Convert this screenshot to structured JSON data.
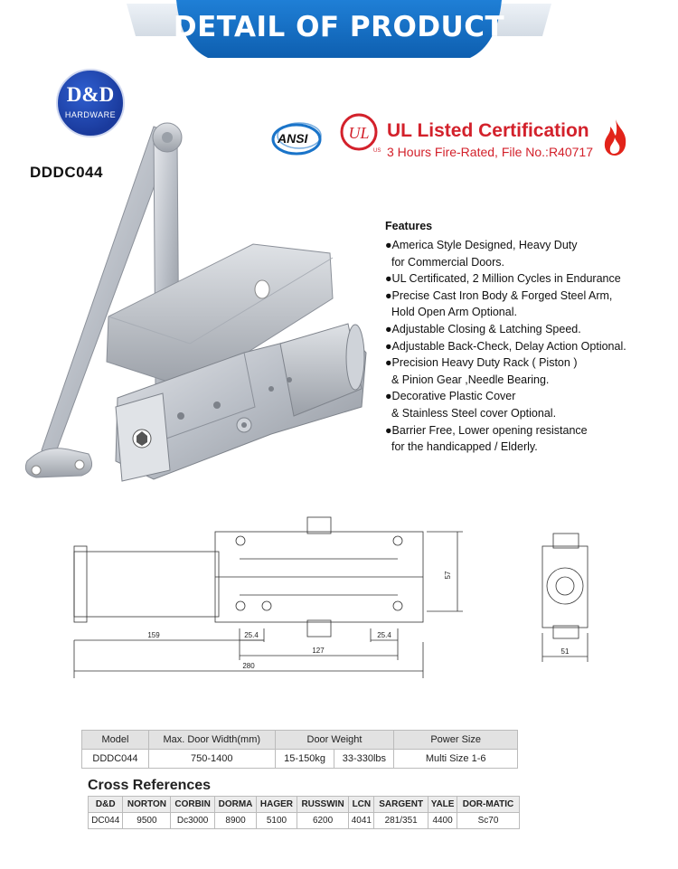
{
  "header": {
    "title": "DETAIL OF PRODUCT"
  },
  "logo": {
    "brand": "D&D",
    "sub": "HARDWARE"
  },
  "product": {
    "model": "DDDC044"
  },
  "certifications": {
    "ansi": "ANSI",
    "ul_title": "UL Listed Certification",
    "ul_subtitle": "3 Hours Fire-Rated, File No.:R40717"
  },
  "features": {
    "title": "Features",
    "lines": [
      "●America Style Designed, Heavy Duty",
      "  for Commercial Doors.",
      "●UL Certificated, 2 Million Cycles in Endurance",
      "●Precise Cast Iron Body & Forged Steel Arm,",
      "  Hold Open Arm Optional.",
      "●Adjustable Closing & Latching Speed.",
      "●Adjustable Back-Check, Delay Action Optional.",
      "●Precision Heavy Duty Rack ( Piston )",
      "  & Pinion Gear ,Needle Bearing.",
      "●Decorative Plastic Cover",
      "  & Stainless Steel  cover Optional.",
      "●Barrier Free, Lower opening resistance",
      "  for the  handicapped / Elderly."
    ]
  },
  "drawing": {
    "dims": {
      "d159": "159",
      "d25a": "25.4",
      "d127": "127",
      "d25b": "25.4",
      "d280": "280",
      "d57": "57",
      "d51": "51"
    }
  },
  "spec_table": {
    "headers": [
      "Model",
      "Max. Door Width(mm)",
      "Door Weight",
      "Power Size"
    ],
    "row": {
      "model": "DDDC044",
      "width": "750-1400",
      "weight_kg": "15-150kg",
      "weight_lbs": "33-330lbs",
      "power": "Multi Size 1-6"
    }
  },
  "cross_reference": {
    "title": "Cross References",
    "headers": [
      "D&D",
      "NORTON",
      "CORBIN",
      "DORMA",
      "HAGER",
      "RUSSWIN",
      "LCN",
      "SARGENT",
      "YALE",
      "DOR-MATIC"
    ],
    "values": [
      "DC044",
      "9500",
      "Dc3000",
      "8900",
      "5100",
      "6200",
      "4041",
      "281/351",
      "4400",
      "Sc70"
    ]
  }
}
